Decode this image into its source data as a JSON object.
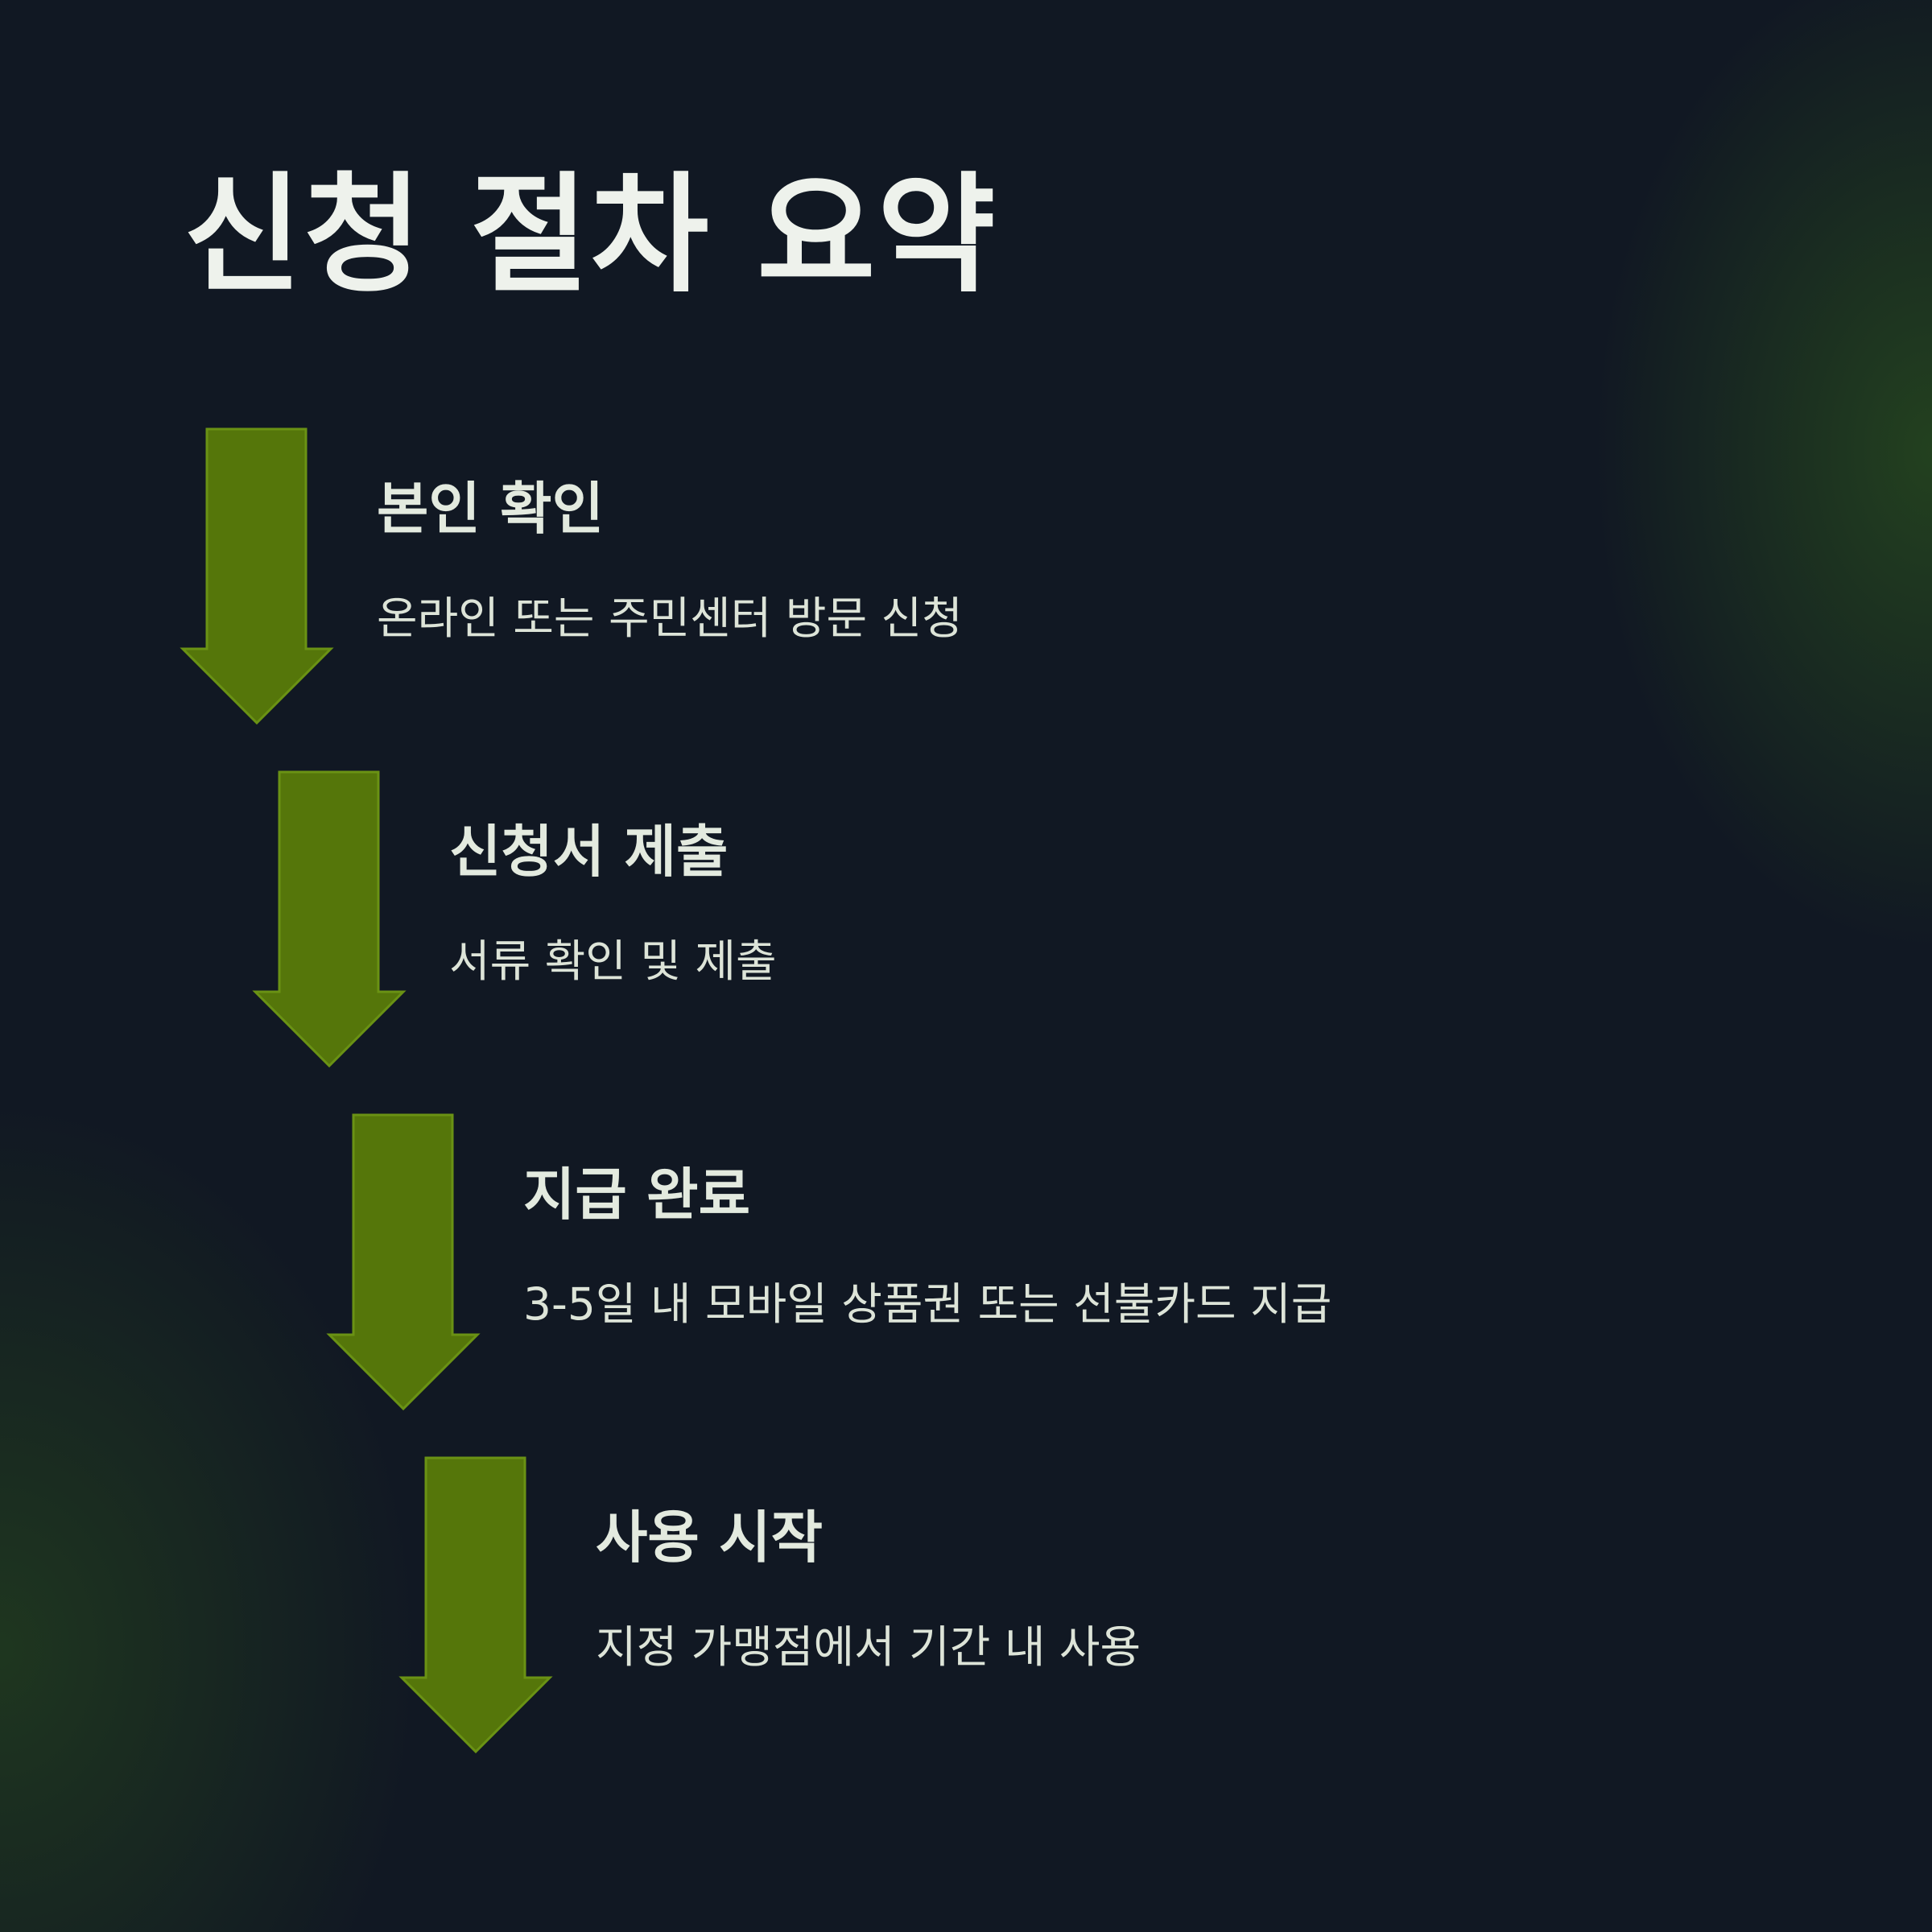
{
  "title": "신청 절차 요약",
  "colors": {
    "background": "#111823",
    "glow": "#26481e",
    "arrow_fill": "#55760a",
    "arrow_stroke": "#6a9214",
    "title_text": "#eef2ec",
    "body_text": "#dde4d8"
  },
  "steps": [
    {
      "icon": "down-arrow-icon",
      "heading": "본인 확인",
      "description": "온라인 또는 주민센터 방문 신청"
    },
    {
      "icon": "down-arrow-icon",
      "heading": "신청서 제출",
      "description": "서류 확인 및 제출"
    },
    {
      "icon": "down-arrow-icon",
      "heading": "지급 완료",
      "description": "3-5일 내 모바일 상품권 또는 선불카드 지급"
    },
    {
      "icon": "down-arrow-icon",
      "heading": "사용 시작",
      "description": "지정 가맹점에서 기간 내 사용"
    }
  ]
}
